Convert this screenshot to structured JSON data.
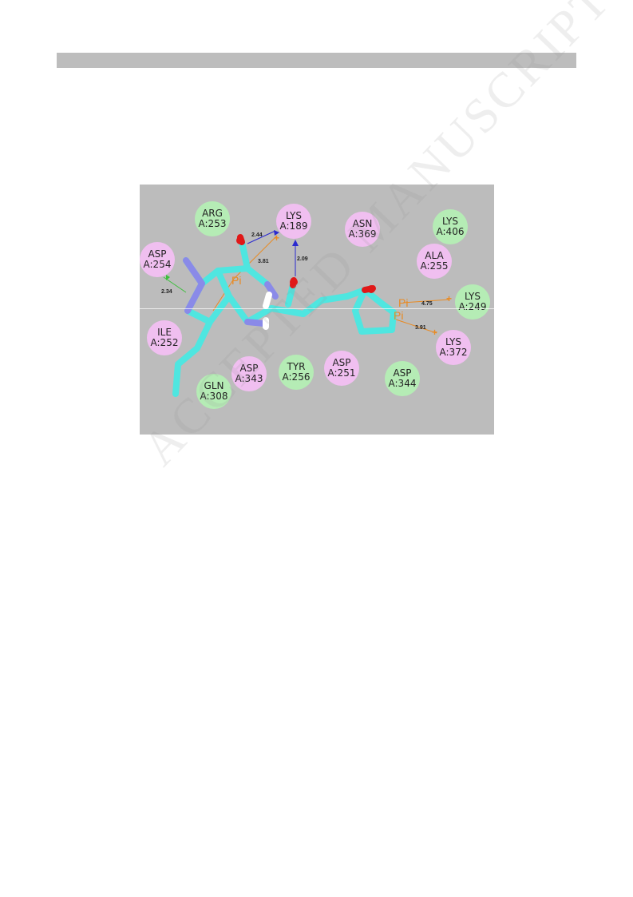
{
  "watermark": "ACCEPTED MANUSCRIPT",
  "figure": {
    "residues": [
      {
        "id": "arg253",
        "l1": "ARG",
        "l2": "A:253"
      },
      {
        "id": "lys189",
        "l1": "LYS",
        "l2": "A:189"
      },
      {
        "id": "asn369",
        "l1": "ASN",
        "l2": "A:369"
      },
      {
        "id": "lys406",
        "l1": "LYS",
        "l2": "A:406"
      },
      {
        "id": "asp254",
        "l1": "ASP",
        "l2": "A:254"
      },
      {
        "id": "ala255",
        "l1": "ALA",
        "l2": "A:255"
      },
      {
        "id": "lys249",
        "l1": "LYS",
        "l2": "A:249"
      },
      {
        "id": "ile252",
        "l1": "ILE",
        "l2": "A:252"
      },
      {
        "id": "lys372",
        "l1": "LYS",
        "l2": "A:372"
      },
      {
        "id": "asp343",
        "l1": "ASP",
        "l2": "A:343"
      },
      {
        "id": "tyr256",
        "l1": "TYR",
        "l2": "A:256"
      },
      {
        "id": "asp251",
        "l1": "ASP",
        "l2": "A:251"
      },
      {
        "id": "asp344",
        "l1": "ASP",
        "l2": "A:344"
      },
      {
        "id": "gln308",
        "l1": "GLN",
        "l2": "A:308"
      }
    ],
    "distances": {
      "d1": "2.44",
      "d2": "3.81",
      "d3": "2.09",
      "d4": "2.34",
      "d5": "4.75",
      "d6": "3.91"
    },
    "pi_labels": {
      "p1": "Pi",
      "p2": "Pi",
      "p3": "Pi"
    },
    "colors": {
      "background": "#bcbcbc",
      "carbon": "#4fe6e0",
      "nitrogen": "#8a8ae8",
      "oxygen": "#e01818",
      "hydrogen": "#ffffff",
      "pi_interaction": "#e98a22",
      "h_bond": "#2a2ad0",
      "residue_pink": "#f0bff0",
      "residue_green": "#b5ecb5"
    }
  }
}
